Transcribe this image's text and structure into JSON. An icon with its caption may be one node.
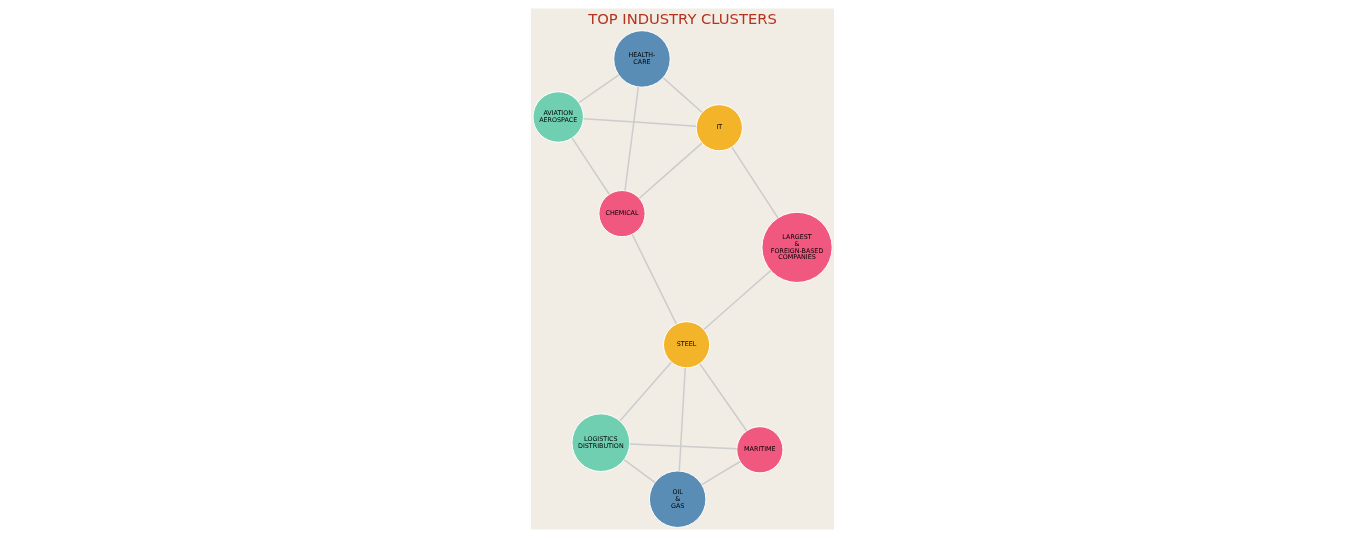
{
  "diagram": {
    "title": "TOP INDUSTRY CLUSTERS",
    "nodes": [
      {
        "text": [
          "AVIATION AEROSPACE"
        ]
      },
      {
        "text": [
          "HEALTH- CARE"
        ]
      },
      {
        "text": [
          "CHEMICAL"
        ]
      },
      {
        "text": [
          "IT"
        ]
      },
      {
        "text": [
          "LARGEST & FOREIGN-BASED COMPANIES"
        ]
      },
      {
        "text": [
          "LOGISTICS DISTRIBUTION"
        ]
      },
      {
        "text": [
          "OIL & GAS"
        ]
      },
      {
        "text": [
          "MARITIME"
        ]
      },
      {
        "text": [
          "STEEL"
        ]
      }
    ],
    "edges": [
      {
        "from": 0,
        "to": 1,
        "arrow": "none"
      },
      {
        "from": 0,
        "to": 2,
        "arrow": "none"
      },
      {
        "from": 0,
        "to": 3,
        "arrow": "none"
      },
      {
        "from": 1,
        "to": 2,
        "arrow": "none"
      },
      {
        "from": 1,
        "to": 3,
        "arrow": "none"
      },
      {
        "from": 2,
        "to": 3,
        "arrow": "none"
      },
      {
        "from": 2,
        "to": 8,
        "arrow": "none"
      },
      {
        "from": 3,
        "to": 4,
        "arrow": "none"
      },
      {
        "from": 4,
        "to": 8,
        "arrow": "none"
      },
      {
        "from": 5,
        "to": 6,
        "arrow": "none"
      },
      {
        "from": 5,
        "to": 7,
        "arrow": "none"
      },
      {
        "from": 5,
        "to": 8,
        "arrow": "none"
      },
      {
        "from": 6,
        "to": 7,
        "arrow": "none"
      },
      {
        "from": 6,
        "to": 8,
        "arrow": "none"
      },
      {
        "from": 7,
        "to": 8,
        "arrow": "none"
      }
    ]
  }
}
